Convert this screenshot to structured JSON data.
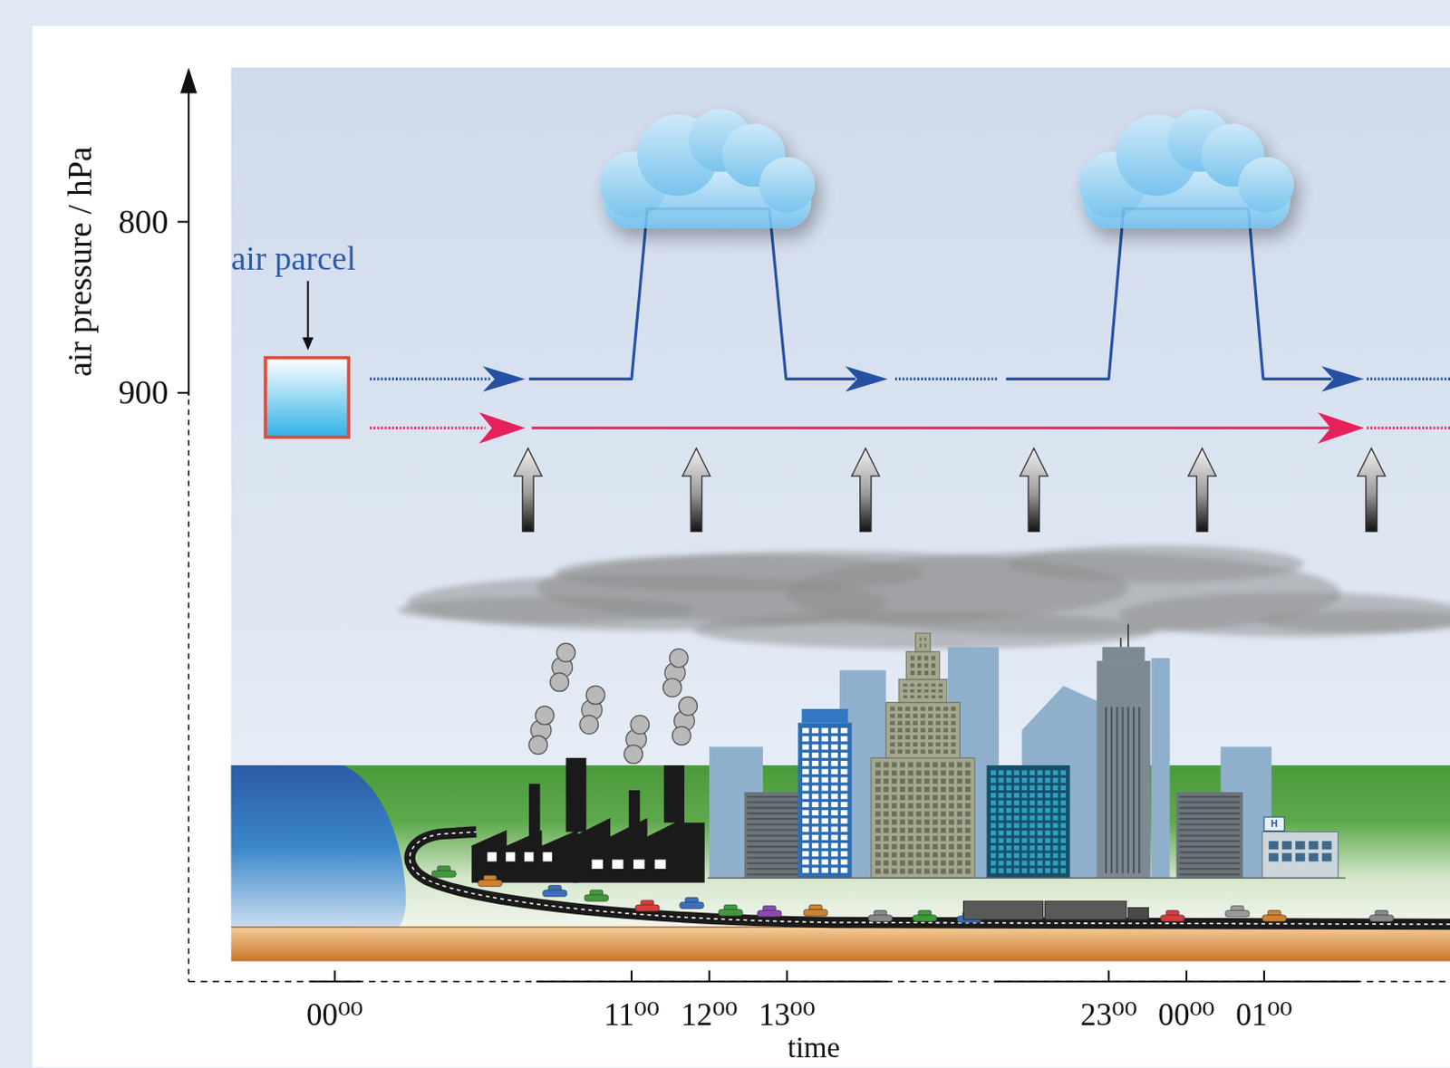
{
  "diagram": {
    "nodes": [
      {
        "text": [
          "air parcel"
        ]
      }
    ],
    "labels": [
      "air pressure / hPa",
      "800",
      "900",
      "00⁰⁰",
      "11⁰⁰",
      "12⁰⁰",
      "13⁰⁰",
      "23⁰⁰",
      "00⁰⁰",
      "01⁰⁰",
      "time",
      "H"
    ]
  }
}
